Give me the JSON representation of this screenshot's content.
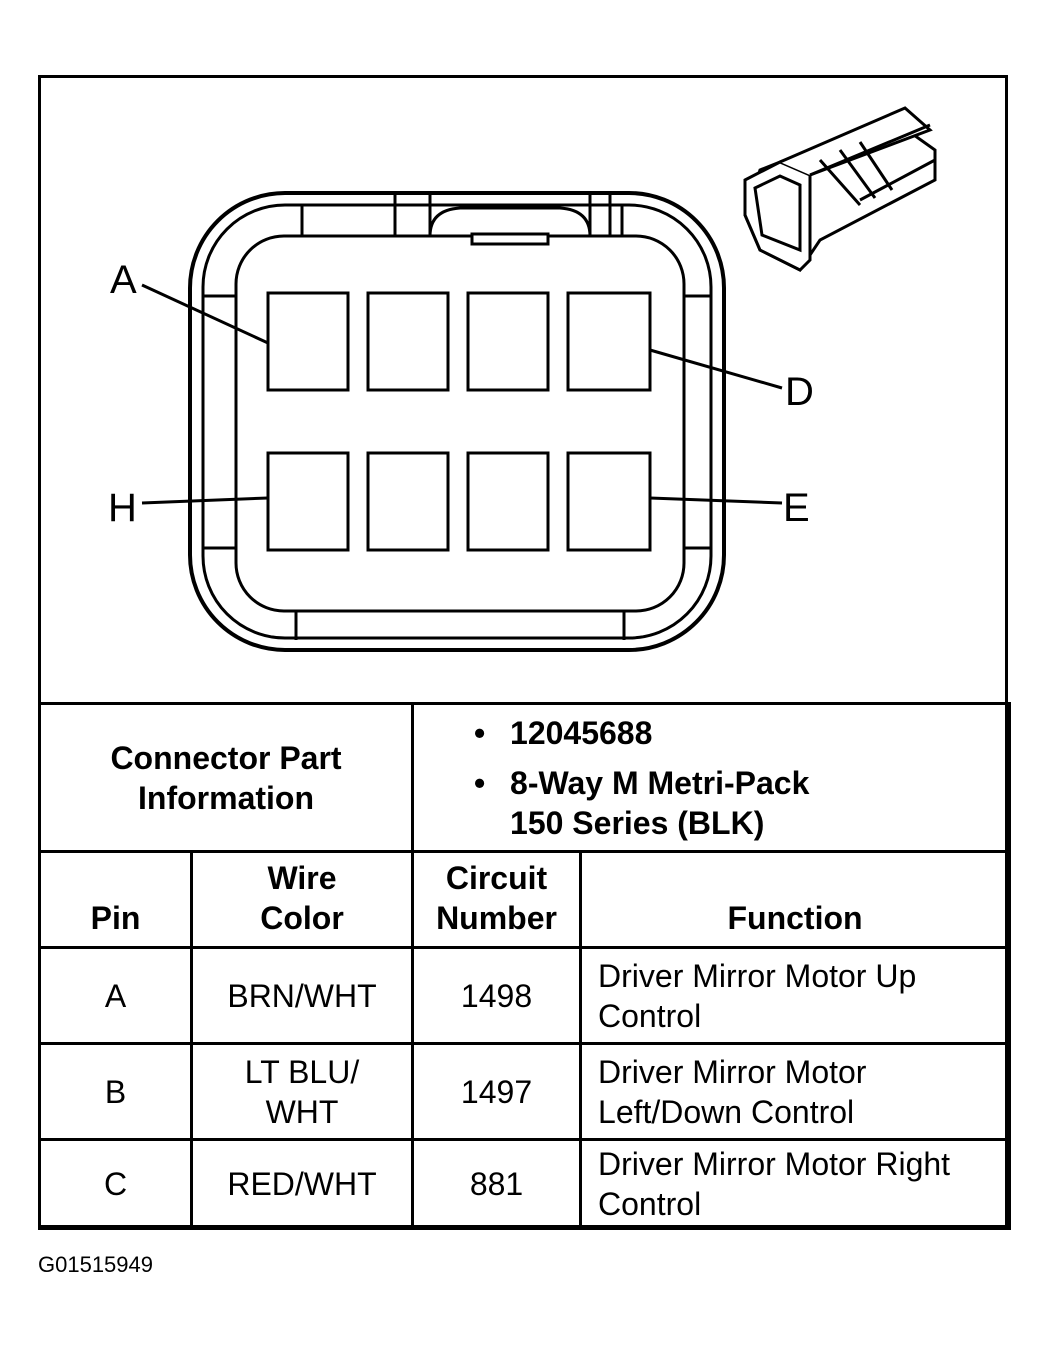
{
  "diagram": {
    "pin_labels": {
      "a": "A",
      "d": "D",
      "h": "H",
      "e": "E"
    }
  },
  "connector_info": {
    "label_line1": "Connector Part",
    "label_line2": "Information",
    "items": [
      {
        "bullet": "•",
        "text": "12045688"
      },
      {
        "bullet": "•",
        "text_line1": "8-Way M Metri-Pack",
        "text_line2": "150 Series (BLK)"
      }
    ]
  },
  "table": {
    "headers": {
      "pin": "Pin",
      "wire_color_line1": "Wire",
      "wire_color_line2": "Color",
      "circuit_line1": "Circuit",
      "circuit_line2": "Number",
      "function": "Function"
    },
    "rows": [
      {
        "pin": "A",
        "wire_line1": "BRN/WHT",
        "wire_line2": "",
        "circuit": "1498",
        "function_line1": "Driver Mirror Motor Up",
        "function_line2": "Control"
      },
      {
        "pin": "B",
        "wire_line1": "LT BLU/",
        "wire_line2": "WHT",
        "circuit": "1497",
        "function_line1": "Driver Mirror Motor",
        "function_line2": "Left/Down Control"
      },
      {
        "pin": "C",
        "wire_line1": "RED/WHT",
        "wire_line2": "",
        "circuit": "881",
        "function_line1": "Driver Mirror Motor Right",
        "function_line2": "Control"
      }
    ]
  },
  "figure_id": "G01515949"
}
